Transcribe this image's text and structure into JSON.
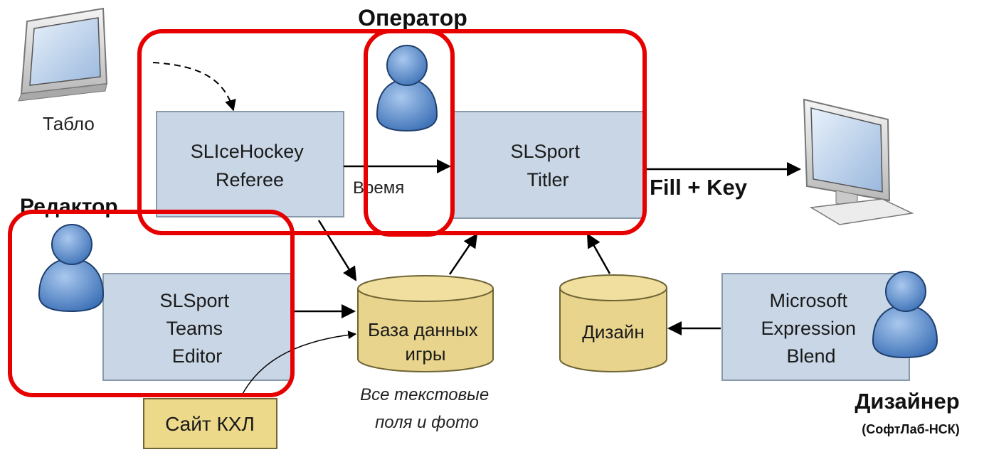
{
  "roles": {
    "operator": "Оператор",
    "editor": "Редактор",
    "designer": "Дизайнер",
    "designer_org": "(СофтЛаб-НСК)"
  },
  "tablo_label": "Табло",
  "blocks": {
    "referee": [
      "SLIceHockey",
      "Referee"
    ],
    "titler": [
      "SLSport",
      "Titler"
    ],
    "teams_editor": [
      "SLSport",
      "Teams",
      "Editor"
    ],
    "blend": [
      "Microsoft",
      "Expression",
      "Blend"
    ]
  },
  "databases": {
    "game_db": [
      "База данных",
      "игры"
    ],
    "design_db": [
      "Дизайн"
    ]
  },
  "site": "Сайт КХЛ",
  "edges": {
    "time": "Время",
    "output": "Fill + Key"
  },
  "note": [
    "Все текстовые",
    "поля и фото"
  ],
  "colors": {
    "box_fill": "#c9d6e6",
    "db_fill": "#e8d48c",
    "site_fill": "#ecd98a",
    "highlight": "#e60000",
    "person": "#5b8fcf"
  },
  "icons": [
    "tablo-monitor-icon",
    "output-monitor-icon",
    "operator-person-icon",
    "editor-person-icon",
    "designer-person-icon"
  ]
}
